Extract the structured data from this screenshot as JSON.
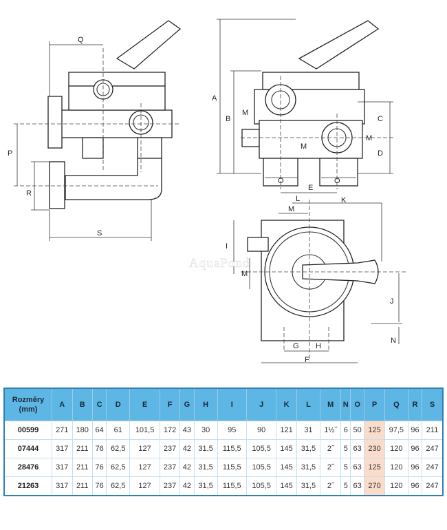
{
  "watermark": "AquaPond",
  "labels": {
    "Q": "Q",
    "P": "P",
    "R": "R",
    "S": "S",
    "A": "A",
    "B": "B",
    "C": "C",
    "D": "D",
    "E": "E",
    "M": "M",
    "O": "O",
    "L": "L",
    "K": "K",
    "I": "I",
    "J": "J",
    "G": "G",
    "H": "H",
    "F": "F",
    "N": "N"
  },
  "table": {
    "header_label": "Rozměry",
    "header_unit": "(mm)",
    "columns": [
      "A",
      "B",
      "C",
      "D",
      "E",
      "F",
      "G",
      "H",
      "I",
      "J",
      "K",
      "L",
      "M",
      "N",
      "O",
      "P",
      "Q",
      "R",
      "S"
    ],
    "highlight_column": "P",
    "highlight_color": "#fbdccb",
    "header_color": "#5db6e3",
    "rows": [
      {
        "code": "00599",
        "values": [
          "271",
          "180",
          "64",
          "61",
          "101,5",
          "172",
          "43",
          "30",
          "95",
          "90",
          "121",
          "31",
          "1½˝",
          "6",
          "50",
          "125",
          "97,5",
          "96",
          "211"
        ]
      },
      {
        "code": "07444",
        "values": [
          "317",
          "211",
          "76",
          "62,5",
          "127",
          "237",
          "42",
          "31,5",
          "115,5",
          "105,5",
          "145",
          "31,5",
          "2˝",
          "5",
          "63",
          "230",
          "120",
          "96",
          "247"
        ]
      },
      {
        "code": "28476",
        "values": [
          "317",
          "211",
          "76",
          "62,5",
          "127",
          "237",
          "42",
          "31,5",
          "115,5",
          "105,5",
          "145",
          "31,5",
          "2˝",
          "5",
          "63",
          "125",
          "120",
          "96",
          "247"
        ]
      },
      {
        "code": "21263",
        "values": [
          "317",
          "211",
          "76",
          "62,5",
          "127",
          "237",
          "42",
          "31,5",
          "115,5",
          "105,5",
          "145",
          "31,5",
          "2˝",
          "5",
          "63",
          "270",
          "120",
          "96",
          "247"
        ]
      }
    ]
  }
}
